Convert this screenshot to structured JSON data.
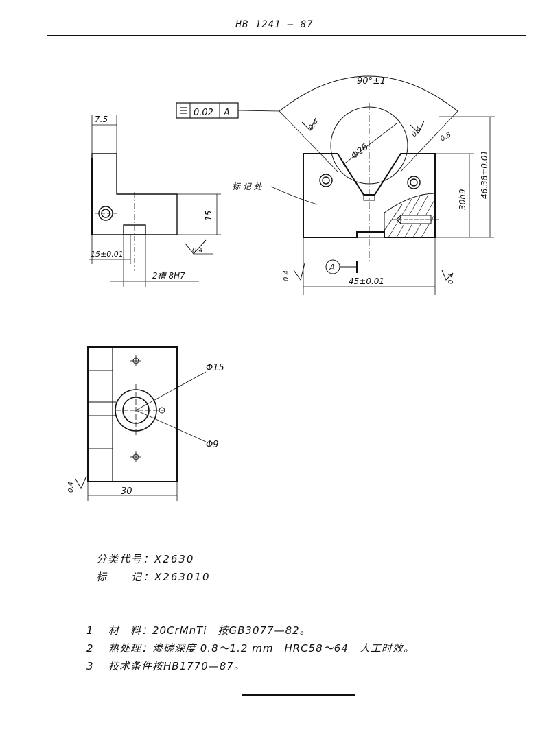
{
  "header": {
    "standard_no": "HB 1241 — 87"
  },
  "drawing": {
    "angle_tol": "90°±1′",
    "symmetry_tolerance": "0.02",
    "datum_letter": "A",
    "datum_callout": "A",
    "dim_7_5": "7.5",
    "dim_15": "15",
    "dim_15_tol": "15±0.01",
    "dim_slot": "2槽 8H7",
    "dim_diameter_26": "Φ26",
    "dim_30h9": "30h9",
    "dim_46_38": "46.38±0.01",
    "dim_45": "45±0.01",
    "dim_30": "30",
    "dim_phi15": "Φ15",
    "dim_phi9": "Φ9",
    "rough_04": "0.4",
    "rough_08": "0.8",
    "mark_label": "标 记 处"
  },
  "codes": {
    "class_label": "分类代号：",
    "class_value": "X2630",
    "mark_label": "标　　记：",
    "mark_value": "X263010"
  },
  "notes": [
    {
      "num": "1",
      "text": "材　料：20CrMnTi　按GB3077—82。"
    },
    {
      "num": "2",
      "text": "热处理：渗碳深度 0.8～1.2 mm　HRC58～64　人工时效。"
    },
    {
      "num": "3",
      "text": "技术条件按HB1770—87。"
    }
  ]
}
